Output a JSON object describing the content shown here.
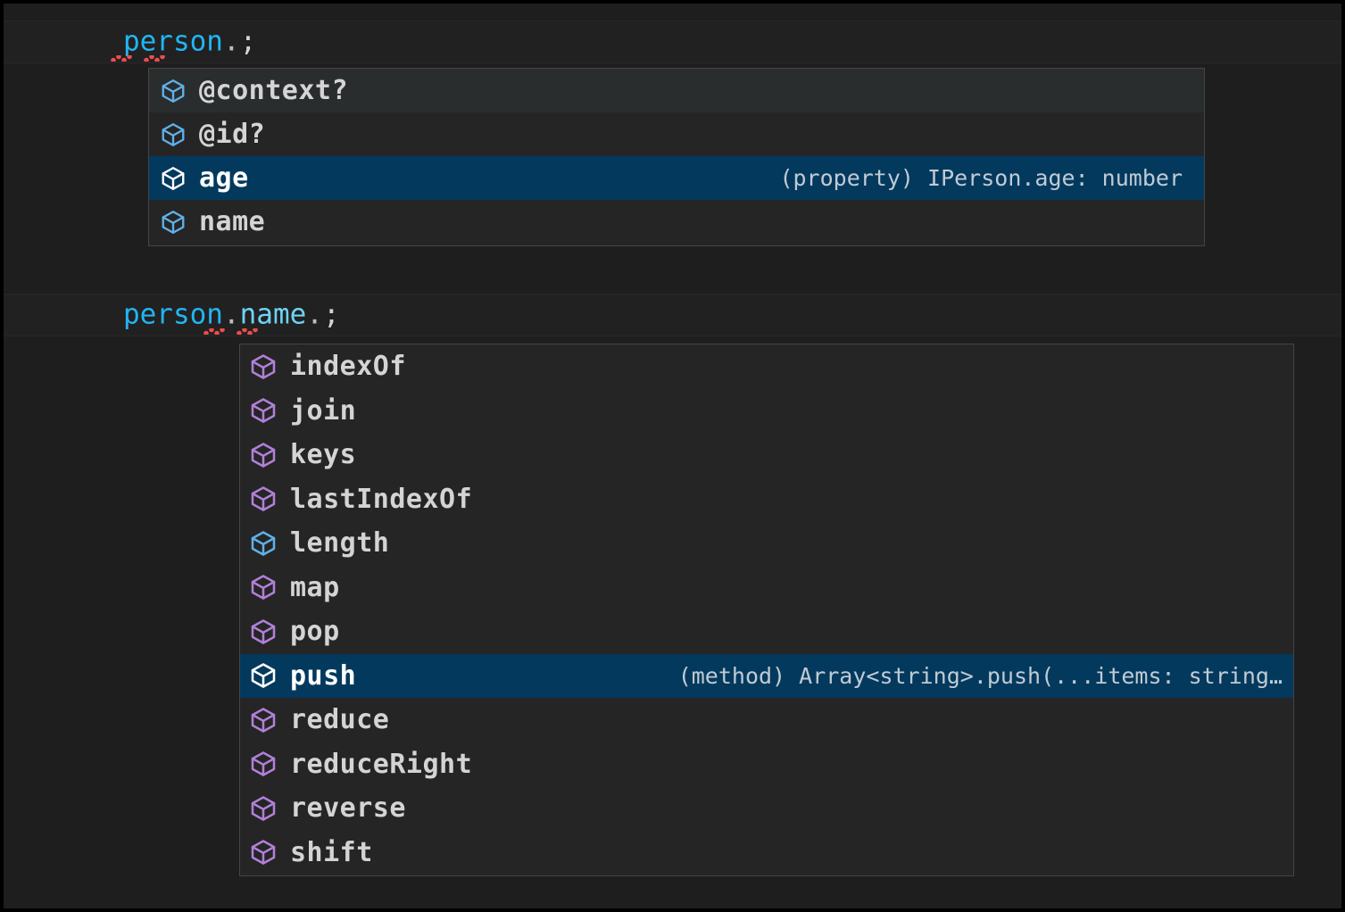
{
  "colors": {
    "editor_background": "#1e1e1e",
    "current_line_background": "#212121",
    "suggest_background": "#252526",
    "suggest_border": "#454545",
    "selected_row_background": "#04395e",
    "hover_row_background": "#2a2d2e",
    "variable_token": "#22b5f2",
    "property_token": "#6fd3f7",
    "punctuation_token": "#d4d4d4",
    "error_squiggle": "#f14c4c",
    "icon_property": "#5fb0e8",
    "icon_method": "#b180d7",
    "icon_selected": "#ffffff",
    "label_text": "#d4d4d4",
    "detail_text": "#cfd8de"
  },
  "editor": {
    "lines": [
      {
        "id": "line-1",
        "tokens": [
          {
            "text": "person",
            "kind": "variable"
          },
          {
            "text": ".",
            "kind": "dot"
          },
          {
            "text": ";",
            "kind": "punct"
          }
        ],
        "plain": "person.;"
      },
      {
        "id": "line-2",
        "tokens": [
          {
            "text": "person",
            "kind": "variable"
          },
          {
            "text": ".",
            "kind": "dot"
          },
          {
            "text": "name",
            "kind": "property"
          },
          {
            "text": ".",
            "kind": "dot"
          },
          {
            "text": ";",
            "kind": "punct"
          }
        ],
        "plain": "person.name.;"
      }
    ]
  },
  "suggest_widgets": [
    {
      "id": "suggest-1",
      "for_line": "person.;",
      "items": [
        {
          "label": "@context?",
          "icon": "property-cube-icon",
          "icon_kind": "property",
          "detail": "",
          "state": "hover"
        },
        {
          "label": "@id?",
          "icon": "property-cube-icon",
          "icon_kind": "property",
          "detail": "",
          "state": "normal"
        },
        {
          "label": "age",
          "icon": "property-cube-icon",
          "icon_kind": "property",
          "detail": "(property) IPerson.age: number",
          "state": "focused"
        },
        {
          "label": "name",
          "icon": "property-cube-icon",
          "icon_kind": "property",
          "detail": "",
          "state": "normal"
        }
      ]
    },
    {
      "id": "suggest-2",
      "for_line": "person.name.;",
      "items": [
        {
          "label": "indexOf",
          "icon": "method-cube-icon",
          "icon_kind": "method",
          "detail": "",
          "state": "normal"
        },
        {
          "label": "join",
          "icon": "method-cube-icon",
          "icon_kind": "method",
          "detail": "",
          "state": "normal"
        },
        {
          "label": "keys",
          "icon": "method-cube-icon",
          "icon_kind": "method",
          "detail": "",
          "state": "normal"
        },
        {
          "label": "lastIndexOf",
          "icon": "method-cube-icon",
          "icon_kind": "method",
          "detail": "",
          "state": "normal"
        },
        {
          "label": "length",
          "icon": "property-cube-icon",
          "icon_kind": "property",
          "detail": "",
          "state": "normal"
        },
        {
          "label": "map",
          "icon": "method-cube-icon",
          "icon_kind": "method",
          "detail": "",
          "state": "normal"
        },
        {
          "label": "pop",
          "icon": "method-cube-icon",
          "icon_kind": "method",
          "detail": "",
          "state": "normal"
        },
        {
          "label": "push",
          "icon": "method-cube-icon",
          "icon_kind": "method",
          "detail": "(method) Array<string>.push(...items: string…",
          "state": "focused"
        },
        {
          "label": "reduce",
          "icon": "method-cube-icon",
          "icon_kind": "method",
          "detail": "",
          "state": "normal"
        },
        {
          "label": "reduceRight",
          "icon": "method-cube-icon",
          "icon_kind": "method",
          "detail": "",
          "state": "normal"
        },
        {
          "label": "reverse",
          "icon": "method-cube-icon",
          "icon_kind": "method",
          "detail": "",
          "state": "normal"
        },
        {
          "label": "shift",
          "icon": "method-cube-icon",
          "icon_kind": "method",
          "detail": "",
          "state": "normal"
        }
      ]
    }
  ]
}
